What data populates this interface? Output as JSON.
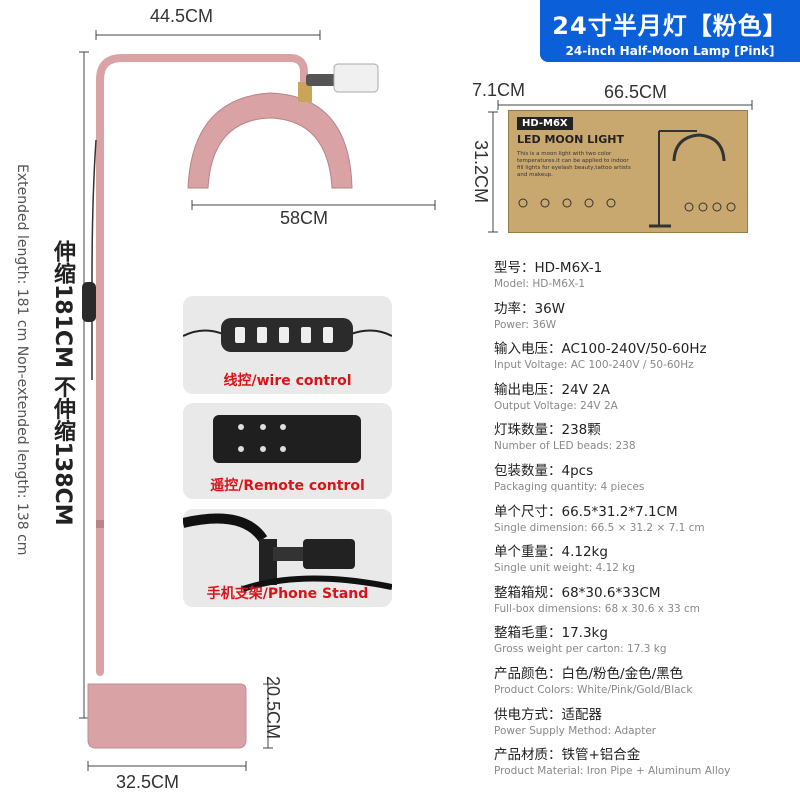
{
  "title": {
    "cn": "24寸半月灯【粉色】",
    "en": "24-inch Half-Moon Lamp [Pink]"
  },
  "dimensions": {
    "top_width": "44.5CM",
    "arc_width": "58CM",
    "box_depth": "7.1CM",
    "box_width": "66.5CM",
    "box_height": "31.2CM",
    "base_height": "20.5CM",
    "base_width": "32.5CM"
  },
  "height_label": {
    "cn": "伸缩181CM 不伸缩138CM",
    "en": "Extended length: 181 cm Non-extended length: 138 cm"
  },
  "box": {
    "model": "HD-M6X",
    "brand": "LED MOON LIGHT",
    "description": "This is a moon light with two color temperatures.it can be applied to indoor fill lights for eyelash beauty,tattoo artists and makeup."
  },
  "features": [
    {
      "label": "线控/wire control"
    },
    {
      "label": "遥控/Remote control"
    },
    {
      "label": "手机支架/Phone Stand"
    }
  ],
  "specs": [
    {
      "cn": "型号：HD-M6X-1",
      "en": "Model: HD-M6X-1"
    },
    {
      "cn": "功率：36W",
      "en": "Power: 36W"
    },
    {
      "cn": "输入电压：AC100-240V/50-60Hz",
      "en": "Input Voltage: AC 100-240V / 50-60Hz"
    },
    {
      "cn": "输出电压：24V 2A",
      "en": "Output Voltage: 24V 2A"
    },
    {
      "cn": "灯珠数量：238颗",
      "en": "Number of LED beads: 238"
    },
    {
      "cn": "包装数量：4pcs",
      "en": "Packaging quantity: 4 pieces"
    },
    {
      "cn": "单个尺寸：66.5*31.2*7.1CM",
      "en": "Single dimension: 66.5 × 31.2 × 7.1 cm"
    },
    {
      "cn": "单个重量：4.12kg",
      "en": "Single unit weight: 4.12 kg"
    },
    {
      "cn": "整箱箱规：68*30.6*33CM",
      "en": "Full-box dimensions: 68 x 30.6 x 33 cm"
    },
    {
      "cn": "整箱毛重：17.3kg",
      "en": "Gross weight per carton: 17.3 kg"
    },
    {
      "cn": "产品颜色：白色/粉色/金色/黑色",
      "en": "Product Colors: White/Pink/Gold/Black"
    },
    {
      "cn": "供电方式：适配器",
      "en": "Power Supply Method: Adapter"
    },
    {
      "cn": "产品材质：铁管+铝合金",
      "en": "Product Material: Iron Pipe + Aluminum Alloy"
    }
  ],
  "colors": {
    "accent": "#0b5fd8",
    "lamp_pink": "#d9a3a6",
    "feature_label": "#d8141b",
    "box_kraft": "#c9a870"
  }
}
